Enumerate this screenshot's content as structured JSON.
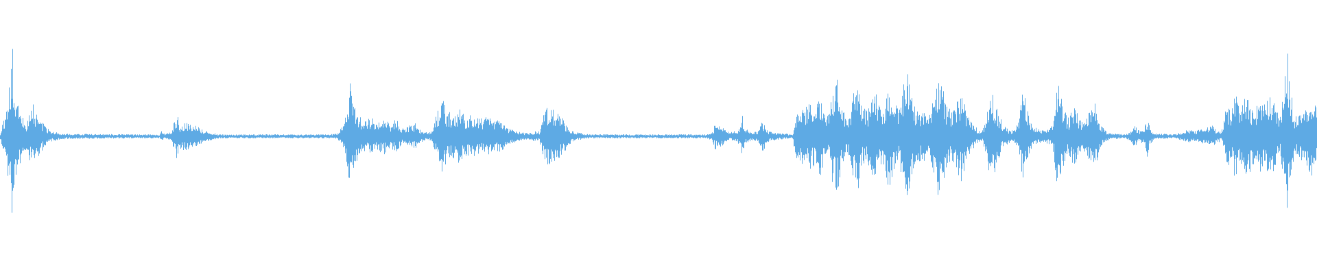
{
  "waveform": {
    "color": "#5eaae4",
    "background": "#ffffff",
    "envelope": [
      [
        0,
        0.03
      ],
      [
        5,
        0.18
      ],
      [
        12,
        0.42
      ],
      [
        16,
        0.7
      ],
      [
        18,
        0.95
      ],
      [
        20,
        0.6
      ],
      [
        24,
        0.35
      ],
      [
        30,
        0.25
      ],
      [
        38,
        0.12
      ],
      [
        44,
        0.28
      ],
      [
        48,
        0.32
      ],
      [
        52,
        0.25
      ],
      [
        58,
        0.18
      ],
      [
        66,
        0.09
      ],
      [
        75,
        0.05
      ],
      [
        90,
        0.03
      ],
      [
        100,
        0.025
      ],
      [
        200,
        0.02
      ],
      [
        232,
        0.02
      ],
      [
        236,
        0.06
      ],
      [
        240,
        0.02
      ],
      [
        250,
        0.05
      ],
      [
        255,
        0.2
      ],
      [
        258,
        0.22
      ],
      [
        262,
        0.12
      ],
      [
        270,
        0.16
      ],
      [
        280,
        0.13
      ],
      [
        292,
        0.08
      ],
      [
        305,
        0.04
      ],
      [
        320,
        0.02
      ],
      [
        480,
        0.02
      ],
      [
        492,
        0.03
      ],
      [
        500,
        0.12
      ],
      [
        505,
        0.25
      ],
      [
        510,
        0.55
      ],
      [
        514,
        0.35
      ],
      [
        520,
        0.25
      ],
      [
        530,
        0.14
      ],
      [
        540,
        0.2
      ],
      [
        550,
        0.14
      ],
      [
        560,
        0.18
      ],
      [
        570,
        0.12
      ],
      [
        578,
        0.18
      ],
      [
        585,
        0.08
      ],
      [
        595,
        0.1
      ],
      [
        605,
        0.13
      ],
      [
        612,
        0.07
      ],
      [
        620,
        0.04
      ],
      [
        630,
        0.05
      ],
      [
        636,
        0.22
      ],
      [
        640,
        0.28
      ],
      [
        645,
        0.46
      ],
      [
        650,
        0.25
      ],
      [
        660,
        0.22
      ],
      [
        670,
        0.27
      ],
      [
        680,
        0.2
      ],
      [
        690,
        0.22
      ],
      [
        700,
        0.18
      ],
      [
        710,
        0.2
      ],
      [
        720,
        0.15
      ],
      [
        728,
        0.16
      ],
      [
        740,
        0.09
      ],
      [
        750,
        0.06
      ],
      [
        760,
        0.04
      ],
      [
        770,
        0.03
      ],
      [
        780,
        0.05
      ],
      [
        786,
        0.05
      ],
      [
        790,
        0.18
      ],
      [
        795,
        0.26
      ],
      [
        800,
        0.3
      ],
      [
        810,
        0.24
      ],
      [
        820,
        0.18
      ],
      [
        830,
        0.08
      ],
      [
        840,
        0.04
      ],
      [
        860,
        0.02
      ],
      [
        1030,
        0.02
      ],
      [
        1038,
        0.04
      ],
      [
        1042,
        0.13
      ],
      [
        1048,
        0.12
      ],
      [
        1055,
        0.08
      ],
      [
        1062,
        0.04
      ],
      [
        1075,
        0.06
      ],
      [
        1080,
        0.12
      ],
      [
        1082,
        0.22
      ],
      [
        1086,
        0.08
      ],
      [
        1095,
        0.04
      ],
      [
        1105,
        0.05
      ],
      [
        1112,
        0.17
      ],
      [
        1116,
        0.07
      ],
      [
        1125,
        0.04
      ],
      [
        1140,
        0.03
      ],
      [
        1155,
        0.02
      ],
      [
        1160,
        0.22
      ],
      [
        1168,
        0.28
      ],
      [
        1175,
        0.3
      ],
      [
        1182,
        0.32
      ],
      [
        1188,
        0.28
      ],
      [
        1192,
        0.4
      ],
      [
        1196,
        0.38
      ],
      [
        1202,
        0.25
      ],
      [
        1208,
        0.2
      ],
      [
        1214,
        0.5
      ],
      [
        1218,
        0.6
      ],
      [
        1222,
        0.5
      ],
      [
        1226,
        0.3
      ],
      [
        1232,
        0.22
      ],
      [
        1238,
        0.2
      ],
      [
        1244,
        0.45
      ],
      [
        1250,
        0.58
      ],
      [
        1256,
        0.3
      ],
      [
        1264,
        0.25
      ],
      [
        1270,
        0.38
      ],
      [
        1276,
        0.48
      ],
      [
        1282,
        0.34
      ],
      [
        1288,
        0.28
      ],
      [
        1294,
        0.48
      ],
      [
        1298,
        0.55
      ],
      [
        1304,
        0.32
      ],
      [
        1310,
        0.26
      ],
      [
        1316,
        0.48
      ],
      [
        1322,
        0.66
      ],
      [
        1326,
        0.46
      ],
      [
        1332,
        0.3
      ],
      [
        1340,
        0.25
      ],
      [
        1346,
        0.27
      ],
      [
        1354,
        0.2
      ],
      [
        1362,
        0.4
      ],
      [
        1368,
        0.67
      ],
      [
        1374,
        0.48
      ],
      [
        1380,
        0.3
      ],
      [
        1388,
        0.24
      ],
      [
        1396,
        0.38
      ],
      [
        1402,
        0.45
      ],
      [
        1408,
        0.25
      ],
      [
        1416,
        0.14
      ],
      [
        1424,
        0.08
      ],
      [
        1432,
        0.06
      ],
      [
        1438,
        0.22
      ],
      [
        1444,
        0.46
      ],
      [
        1450,
        0.35
      ],
      [
        1456,
        0.22
      ],
      [
        1462,
        0.12
      ],
      [
        1470,
        0.07
      ],
      [
        1478,
        0.06
      ],
      [
        1486,
        0.2
      ],
      [
        1492,
        0.52
      ],
      [
        1497,
        0.28
      ],
      [
        1504,
        0.1
      ],
      [
        1514,
        0.07
      ],
      [
        1524,
        0.06
      ],
      [
        1532,
        0.1
      ],
      [
        1536,
        0.2
      ],
      [
        1540,
        0.62
      ],
      [
        1546,
        0.4
      ],
      [
        1552,
        0.25
      ],
      [
        1558,
        0.17
      ],
      [
        1564,
        0.3
      ],
      [
        1570,
        0.24
      ],
      [
        1576,
        0.14
      ],
      [
        1582,
        0.16
      ],
      [
        1590,
        0.28
      ],
      [
        1596,
        0.32
      ],
      [
        1602,
        0.16
      ],
      [
        1610,
        0.06
      ],
      [
        1620,
        0.03
      ],
      [
        1640,
        0.02
      ],
      [
        1648,
        0.05
      ],
      [
        1654,
        0.12
      ],
      [
        1660,
        0.06
      ],
      [
        1668,
        0.08
      ],
      [
        1672,
        0.2
      ],
      [
        1676,
        0.08
      ],
      [
        1684,
        0.03
      ],
      [
        1710,
        0.02
      ],
      [
        1724,
        0.04
      ],
      [
        1732,
        0.07
      ],
      [
        1740,
        0.05
      ],
      [
        1752,
        0.07
      ],
      [
        1760,
        0.09
      ],
      [
        1766,
        0.12
      ],
      [
        1772,
        0.07
      ],
      [
        1780,
        0.05
      ],
      [
        1784,
        0.16
      ],
      [
        1788,
        0.35
      ],
      [
        1794,
        0.22
      ],
      [
        1800,
        0.45
      ],
      [
        1806,
        0.28
      ],
      [
        1812,
        0.35
      ],
      [
        1818,
        0.48
      ],
      [
        1824,
        0.28
      ],
      [
        1830,
        0.3
      ],
      [
        1836,
        0.37
      ],
      [
        1842,
        0.3
      ],
      [
        1848,
        0.36
      ],
      [
        1854,
        0.42
      ],
      [
        1860,
        0.25
      ],
      [
        1866,
        0.2
      ],
      [
        1872,
        0.5
      ],
      [
        1876,
        0.95
      ],
      [
        1880,
        0.55
      ],
      [
        1886,
        0.22
      ],
      [
        1892,
        0.18
      ],
      [
        1898,
        0.28
      ],
      [
        1904,
        0.32
      ],
      [
        1910,
        0.38
      ],
      [
        1916,
        0.4
      ],
      [
        1920,
        0.3
      ]
    ]
  }
}
